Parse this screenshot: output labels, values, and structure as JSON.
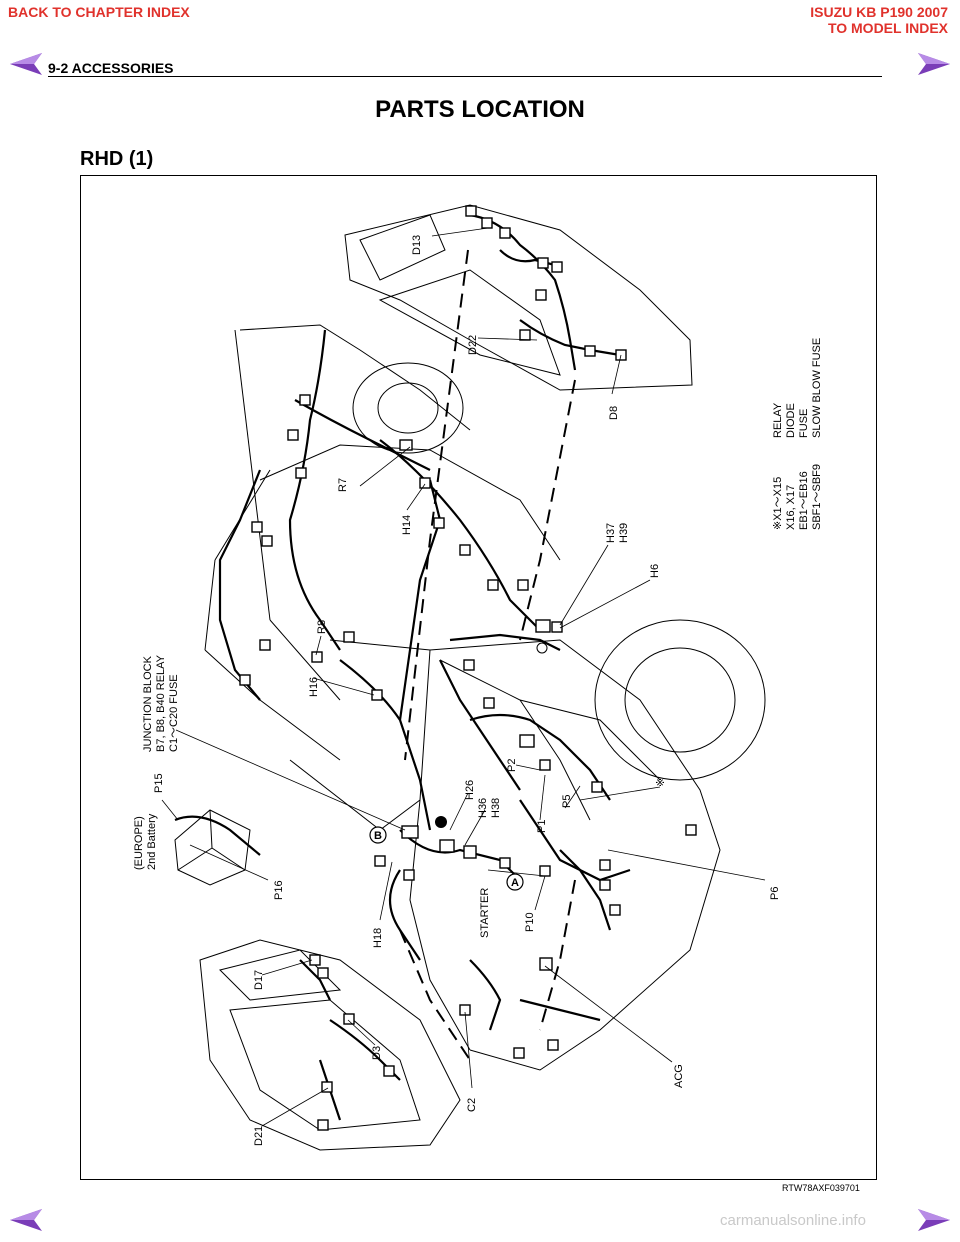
{
  "nav": {
    "back_chapter": "BACK TO CHAPTER INDEX",
    "model_title": "ISUZU KB P190 2007",
    "to_model_index": "TO MODEL INDEX"
  },
  "header": {
    "section": "9-2  ACCESSORIES"
  },
  "page": {
    "title": "PARTS LOCATION",
    "subtitle": "RHD (1)"
  },
  "figure": {
    "id": "RTW78AXF039701",
    "labels": {
      "d13": "D13",
      "d22": "D22",
      "d8": "D8",
      "r7": "R7",
      "h14": "H14",
      "h37": "H37",
      "h39": "H39",
      "h6": "H6",
      "r8": "R8",
      "h16": "H16",
      "jb1": "JUNCTION BLOCK",
      "jb2": "B7, B8, B40 RELAY",
      "jb3": "C1～C20 FUSE",
      "eu1": "(EUROPE)",
      "eu2": "2nd Battery",
      "p15": "P15",
      "p16": "P16",
      "h26": "H26",
      "h36": "H36",
      "h38": "H38",
      "p2": "P2",
      "p1": "P1",
      "p5": "P5",
      "ref_mark": "※",
      "starter": "STARTER",
      "p10": "P10",
      "h18": "H18",
      "d17": "D17",
      "d3": "D3",
      "d21": "D21",
      "c2": "C2",
      "acg": "ACG",
      "p6": "P6",
      "marker_a": "A",
      "marker_b": "B",
      "leg_a1": "※X1～X15",
      "leg_a2": "X16, X17",
      "leg_a3": "EB1～EB16",
      "leg_a4": "SBF1～SBF9",
      "leg_b1": "RELAY",
      "leg_b2": "DIODE",
      "leg_b3": "FUSE",
      "leg_b4": "SLOW BLOW FUSE"
    }
  },
  "watermark": "carmanualsonline.info",
  "colors": {
    "nav_red": "#e0322c",
    "arrow_purple": "#7a3db8",
    "watermark": "#c9c9c9"
  },
  "icons": {
    "prev": "arrow-left-icon",
    "next": "arrow-right-icon"
  }
}
